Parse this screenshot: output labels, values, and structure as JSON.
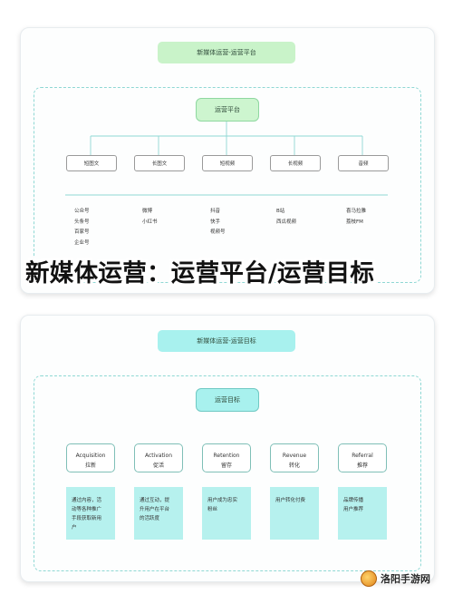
{
  "diagram1": {
    "title": "新媒体运营-运营平台",
    "hub": "运营平台",
    "categories": [
      {
        "label": "短图文",
        "items": [
          "公众号",
          "头条号",
          "百家号",
          "企业号"
        ]
      },
      {
        "label": "长图文",
        "items": [
          "微博",
          "小红书"
        ]
      },
      {
        "label": "短视频",
        "items": [
          "抖音",
          "快手",
          "视频号"
        ]
      },
      {
        "label": "长视频",
        "items": [
          "B站",
          "西瓜视频"
        ]
      },
      {
        "label": "音频",
        "items": [
          "喜马拉雅",
          "荔枝FM"
        ]
      }
    ]
  },
  "banner": "新媒体运营：运营平台/运营目标",
  "diagram2": {
    "title": "新媒体运营-运营目标",
    "hub": "运营目标",
    "metrics": [
      {
        "en": "Acquisition",
        "cn": "拉新",
        "detail": [
          "通过内容，活",
          "动等各种推广",
          "手段获取新用",
          "户"
        ]
      },
      {
        "en": "Activation",
        "cn": "促活",
        "detail": [
          "通过互动，提",
          "升用户在平台",
          "的活跃度"
        ]
      },
      {
        "en": "Retention",
        "cn": "留存",
        "detail": [
          "用户成为忠实",
          "粉丝"
        ]
      },
      {
        "en": "Revenue",
        "cn": "转化",
        "detail": [
          "用户转化付费"
        ]
      },
      {
        "en": "Referral",
        "cn": "推荐",
        "detail": [
          "品牌传播",
          "用户推荐"
        ]
      }
    ]
  },
  "watermark": "洛阳手游网",
  "colors": {
    "title1_bg": "#c9f3c9",
    "hub1_bg": "#cdf5cf",
    "title2_bg": "#a8f1ee",
    "hub2_bg": "#a8f1ee",
    "detail_bg": "#b6f1ee",
    "line": "#8fd8d4"
  }
}
